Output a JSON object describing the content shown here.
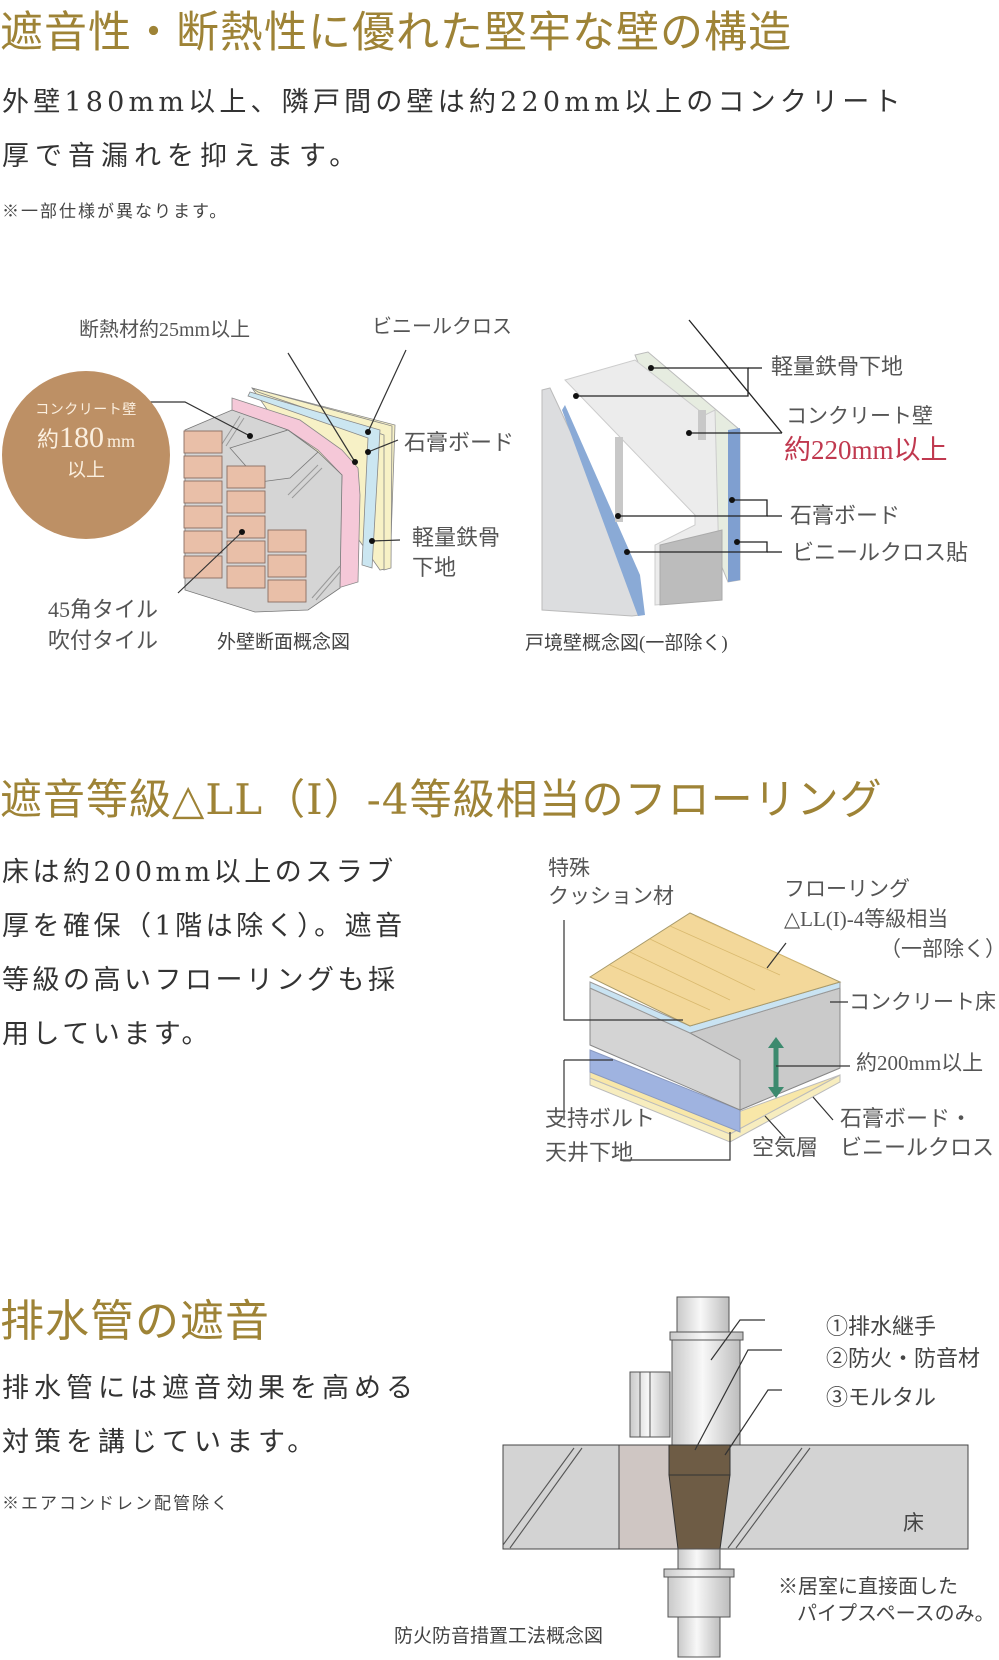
{
  "colors": {
    "heading_gold": "#9e8336",
    "body_text": "#333333",
    "accent_red": "#c0394f",
    "circle_tan": "#bd9065"
  },
  "section_wall": {
    "title": "遮音性・断熱性に優れた堅牢な壁の構造",
    "body_lines": [
      "外壁180mm以上、隣戸間の壁は約220mm以上のコンクリート",
      "厚で音漏れを抑えます。"
    ],
    "note": "※一部仕様が異なります。",
    "exterior_diagram": {
      "circle": {
        "line1": "コンクリート壁",
        "line2_prefix": "約",
        "line2_value": "180",
        "line2_unit": "mm",
        "line3": "以上"
      },
      "labels": {
        "insulation": "断熱材約25mm以上",
        "vinyl_cloth": "ビニールクロス",
        "gypsum_board": "石膏ボード",
        "steel_frame_1": "軽量鉄骨",
        "steel_frame_2": "下地",
        "tile_1": "45角タイル",
        "tile_2": "吹付タイル"
      },
      "caption": "外壁断面概念図"
    },
    "partition_diagram": {
      "labels": {
        "steel_frame": "軽量鉄骨下地",
        "concrete_wall": "コンクリート壁",
        "concrete_thickness": "約220mm以上",
        "gypsum_board": "石膏ボード",
        "vinyl_cloth": "ビニールクロス貼"
      },
      "caption": "戸境壁概念図(一部除く)"
    }
  },
  "section_floor": {
    "title": "遮音等級△LL（I）-4等級相当のフローリング",
    "body_lines": [
      "床は約200mm以上のスラブ",
      "厚を確保（1階は除く）。遮音",
      "等級の高いフローリングも採",
      "用しています。"
    ],
    "diagram": {
      "labels": {
        "cushion_1": "特殊",
        "cushion_2": "クッション材",
        "flooring_1": "フローリング",
        "flooring_2": "△LL(I)-4等級相当",
        "flooring_3": "（一部除く）",
        "concrete_floor": "コンクリート床",
        "thickness": "約200mm以上",
        "support_bolt": "支持ボルト",
        "ceiling_base": "天井下地",
        "air_layer": "空気層",
        "gypsum_1": "石膏ボード・",
        "gypsum_2": "ビニールクロス"
      }
    }
  },
  "section_pipe": {
    "title": "排水管の遮音",
    "body_lines": [
      "排水管には遮音効果を高める",
      "対策を講じています。"
    ],
    "note": "※エアコンドレン配管除く",
    "diagram": {
      "labels": {
        "joint": "①排水継手",
        "fireproof": "②防火・防音材",
        "mortar": "③モルタル",
        "floor": "床",
        "note_1": "※居室に直接面した",
        "note_2": "パイプスペースのみ。"
      },
      "caption": "防火防音措置工法概念図"
    }
  }
}
